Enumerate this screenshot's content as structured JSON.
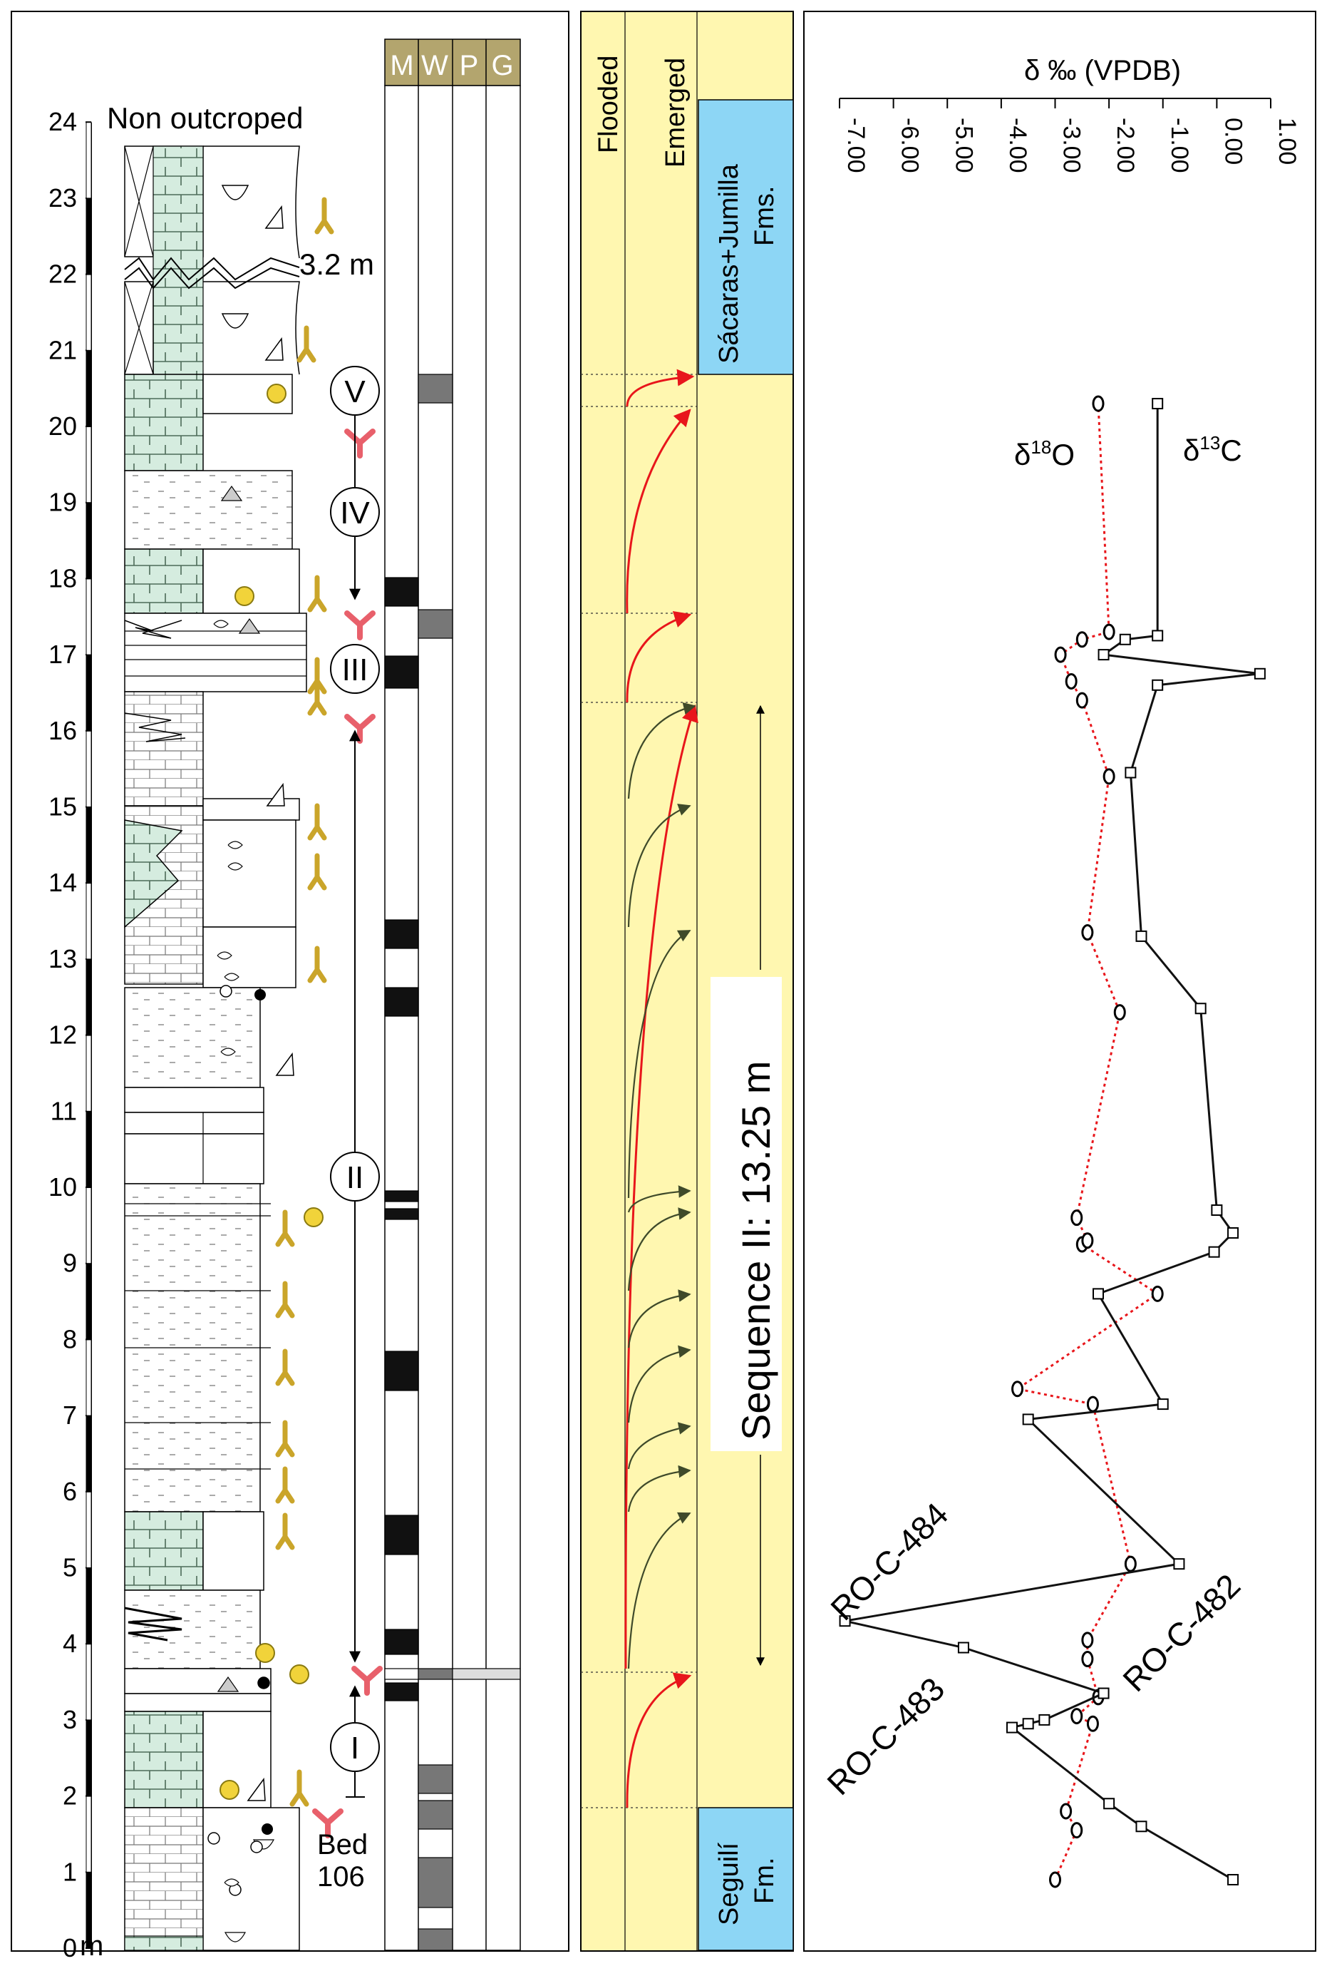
{
  "column": {
    "y_ticks": [
      "0",
      "1",
      "2",
      "3",
      "4",
      "5",
      "6",
      "7",
      "8",
      "9",
      "10",
      "11",
      "12",
      "13",
      "14",
      "15",
      "16",
      "17",
      "18",
      "19",
      "20",
      "21",
      "22",
      "23",
      "24"
    ],
    "unit": "m",
    "non_outcroped": "Non outcroped",
    "gap": "3.2 m",
    "bed": "Bed",
    "bed_number": "106",
    "cycles": [
      "I",
      "II",
      "III",
      "IV",
      "V"
    ],
    "texture_headers": [
      "M",
      "W",
      "P",
      "G"
    ]
  },
  "environment": {
    "flooded": "Flooded",
    "emerged": "Emerged",
    "formation_top_line1": "Sácaras+Jumilla",
    "formation_top_line2": "Fms.",
    "formation_bottom_line1": "Seguilí",
    "formation_bottom_line2": "Fm.",
    "sequence_label": "Sequence II: 13.25 m",
    "colors": {
      "panel": "#fff7b0",
      "formation": "#8dd6f5",
      "arrow_red": "#e8161b",
      "arrow_green": "#3f4a2a"
    }
  },
  "isotopes": {
    "axis_title": "δ ‰ (VPDB)",
    "ticks": [
      "-7.00",
      "-6.00",
      "-5.00",
      "-4.00",
      "-3.00",
      "-2.00",
      "-1.00",
      "0.00",
      "1.00"
    ],
    "label_o18_prefix": "δ",
    "label_o18_sup": "18",
    "label_o18_suffix": "O",
    "label_c13_prefix": "δ",
    "label_c13_sup": "13",
    "label_c13_suffix": "C",
    "samples": [
      "RO-C-484",
      "RO-C-483",
      "RO-C-482"
    ],
    "colors": {
      "c13": "#111111",
      "o18": "#e8161b"
    }
  },
  "chart_data": {
    "type": "line",
    "title": "δ ‰ (VPDB)",
    "x_range": [
      -7.0,
      1.0
    ],
    "y_range": [
      0,
      24
    ],
    "y_unit": "m",
    "series": [
      {
        "name": "δ13C",
        "points": [
          {
            "x": 0.3,
            "y": 0.9
          },
          {
            "x": -1.4,
            "y": 1.6
          },
          {
            "x": -2.0,
            "y": 1.9
          },
          {
            "x": -3.8,
            "y": 2.9
          },
          {
            "x": -3.5,
            "y": 2.95
          },
          {
            "x": -3.2,
            "y": 3.0
          },
          {
            "x": -2.1,
            "y": 3.35
          },
          {
            "x": -4.7,
            "y": 3.95
          },
          {
            "x": -6.9,
            "y": 4.3
          },
          {
            "x": -0.7,
            "y": 5.05
          },
          {
            "x": -3.5,
            "y": 6.95
          },
          {
            "x": -1.0,
            "y": 7.15
          },
          {
            "x": -2.2,
            "y": 8.6
          },
          {
            "x": -0.05,
            "y": 9.15
          },
          {
            "x": 0.3,
            "y": 9.4
          },
          {
            "x": 0.0,
            "y": 9.7
          },
          {
            "x": -0.3,
            "y": 12.35
          },
          {
            "x": -1.4,
            "y": 13.3
          },
          {
            "x": -1.6,
            "y": 15.45
          },
          {
            "x": -1.1,
            "y": 16.6
          },
          {
            "x": 0.8,
            "y": 16.75
          },
          {
            "x": -2.1,
            "y": 17.0
          },
          {
            "x": -1.7,
            "y": 17.2
          },
          {
            "x": -1.1,
            "y": 17.25
          },
          {
            "x": -1.1,
            "y": 20.3
          }
        ]
      },
      {
        "name": "δ18O",
        "points": [
          {
            "x": -3.0,
            "y": 0.9
          },
          {
            "x": -2.6,
            "y": 1.55
          },
          {
            "x": -2.8,
            "y": 1.8
          },
          {
            "x": -2.3,
            "y": 2.95
          },
          {
            "x": -2.6,
            "y": 3.05
          },
          {
            "x": -2.2,
            "y": 3.3
          },
          {
            "x": -2.4,
            "y": 3.8
          },
          {
            "x": -2.4,
            "y": 4.05
          },
          {
            "x": -1.6,
            "y": 5.05
          },
          {
            "x": -2.3,
            "y": 7.15
          },
          {
            "x": -3.7,
            "y": 7.35
          },
          {
            "x": -1.1,
            "y": 8.6
          },
          {
            "x": -2.5,
            "y": 9.25
          },
          {
            "x": -2.4,
            "y": 9.3
          },
          {
            "x": -2.6,
            "y": 9.6
          },
          {
            "x": -1.8,
            "y": 12.3
          },
          {
            "x": -2.4,
            "y": 13.35
          },
          {
            "x": -2.0,
            "y": 15.4
          },
          {
            "x": -2.5,
            "y": 16.4
          },
          {
            "x": -2.7,
            "y": 16.65
          },
          {
            "x": -2.9,
            "y": 17.0
          },
          {
            "x": -2.5,
            "y": 17.2
          },
          {
            "x": -2.0,
            "y": 17.3
          },
          {
            "x": -2.2,
            "y": 20.3
          }
        ]
      }
    ]
  }
}
